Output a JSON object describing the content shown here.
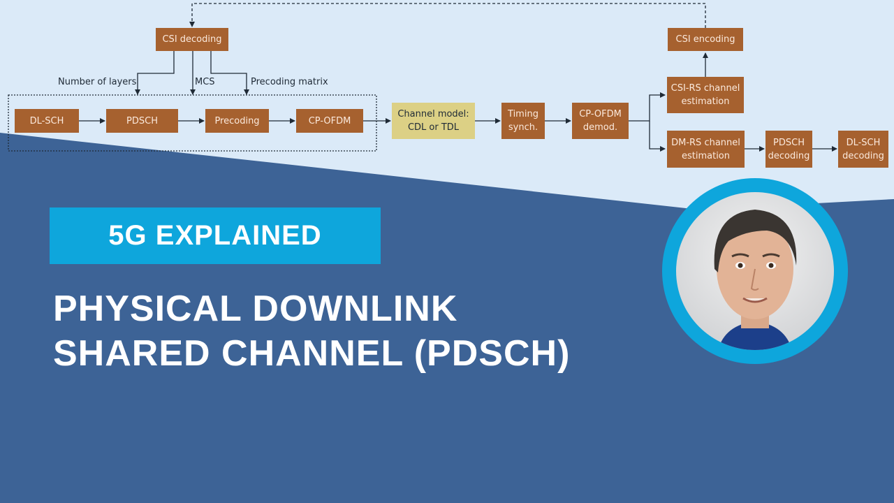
{
  "diagram": {
    "tx_chain": [
      "DL-SCH",
      "PDSCH",
      "Precoding",
      "CP-OFDM"
    ],
    "csi_decoding": "CSI decoding",
    "csi_encoding": "CSI encoding",
    "feedback_labels": {
      "layers": "Number of layers",
      "mcs": "MCS",
      "precoding_matrix": "Precoding matrix"
    },
    "channel_model": {
      "line1": "Channel model:",
      "line2": "CDL or TDL"
    },
    "timing_synch": {
      "line1": "Timing",
      "line2": "synch."
    },
    "ofdm_demod": {
      "line1": "CP-OFDM",
      "line2": "demod."
    },
    "csirs_est": {
      "line1": "CSI-RS channel",
      "line2": "estimation"
    },
    "dmrs_est": {
      "line1": "DM-RS channel",
      "line2": "estimation"
    },
    "pdsch_decoding": {
      "line1": "PDSCH",
      "line2": "decoding"
    },
    "dlsch_decoding": {
      "line1": "DL-SCH",
      "line2": "decoding"
    }
  },
  "banner": {
    "badge": "5G EXPLAINED",
    "title_line1": "PHYSICAL DOWNLINK",
    "title_line2": "SHARED CHANNEL (PDSCH)"
  },
  "colors": {
    "block": "#a6612f",
    "channel_block": "#dcd085",
    "background_light": "#dbeaf8",
    "background_dark": "#3d6396",
    "accent": "#0ea6dc"
  }
}
